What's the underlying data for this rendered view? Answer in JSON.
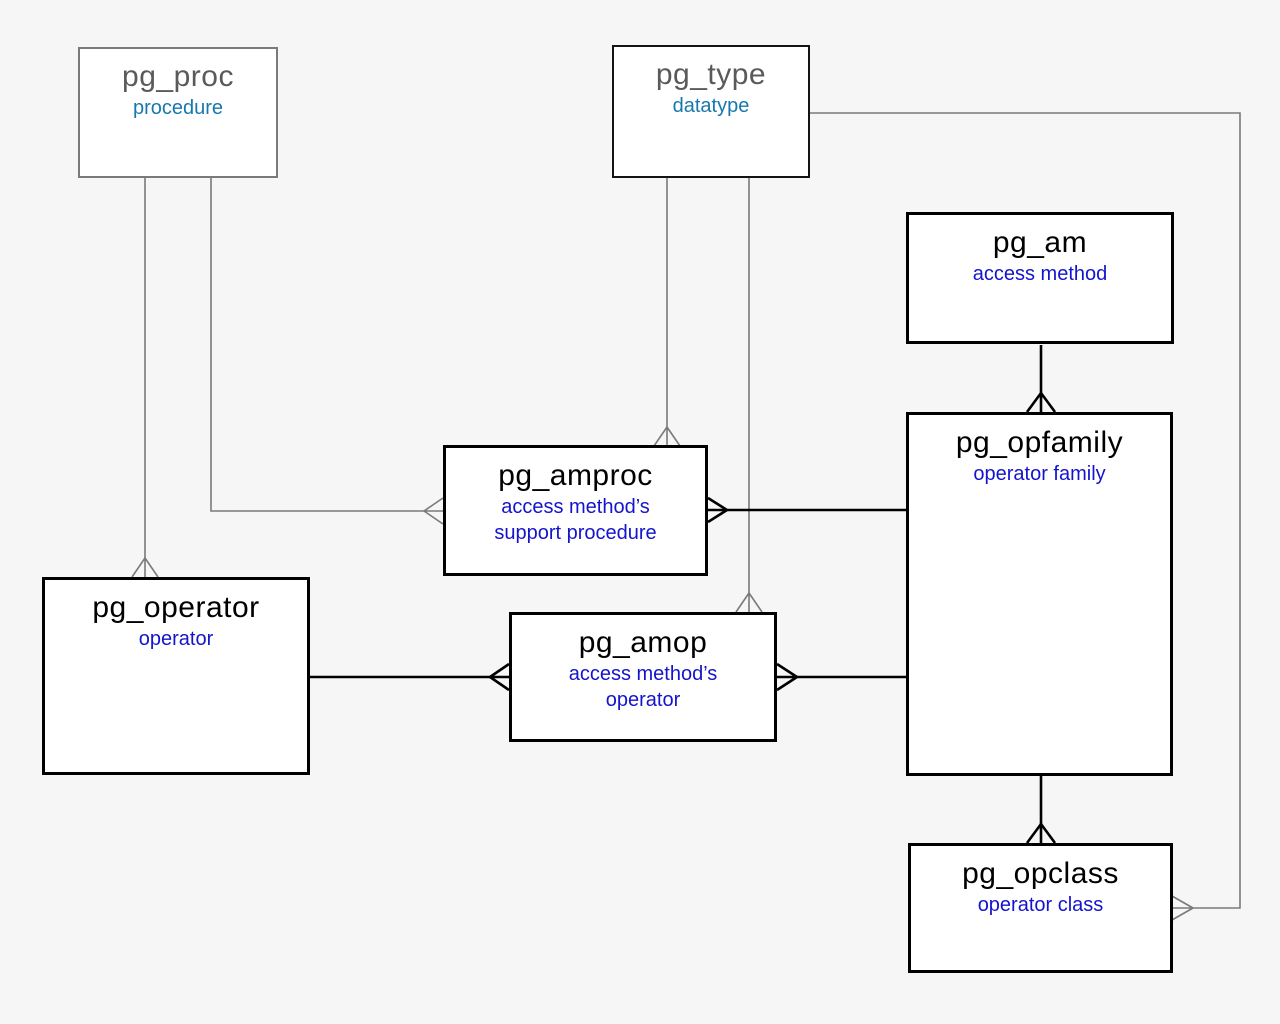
{
  "colors": {
    "background": "#f6f6f6",
    "box_fill": "#ffffff",
    "primary_border": "#000000",
    "reference_border": "#7a7a7a",
    "primary_line": "#000000",
    "reference_line": "#7a7a7a",
    "main_title": "#000000",
    "main_subtitle": "#1414cd",
    "external_title": "#5a5a5a",
    "external_subtitle": "#1878ad"
  },
  "entities": {
    "pg_proc": {
      "title": "pg_proc",
      "subtitle": "procedure"
    },
    "pg_type": {
      "title": "pg_type",
      "subtitle": "datatype"
    },
    "pg_am": {
      "title": "pg_am",
      "subtitle": "access method"
    },
    "pg_amproc": {
      "title": "pg_amproc",
      "subtitle": "access method’s support procedure"
    },
    "pg_opfamily": {
      "title": "pg_opfamily",
      "subtitle": "operator family"
    },
    "pg_operator": {
      "title": "pg_operator",
      "subtitle": "operator"
    },
    "pg_amop": {
      "title": "pg_amop",
      "subtitle": "access method’s operator"
    },
    "pg_opclass": {
      "title": "pg_opclass",
      "subtitle": "operator class"
    }
  },
  "relationships": [
    {
      "from": "pg_proc",
      "to": "pg_operator",
      "many_at": "pg_operator",
      "line": "gray"
    },
    {
      "from": "pg_proc",
      "to": "pg_amproc",
      "many_at": "pg_amproc",
      "line": "gray"
    },
    {
      "from": "pg_type",
      "to": "pg_amproc",
      "many_at": "pg_amproc",
      "line": "gray"
    },
    {
      "from": "pg_type",
      "to": "pg_amop",
      "many_at": "pg_amop",
      "line": "gray"
    },
    {
      "from": "pg_type",
      "to": "pg_opclass",
      "many_at": "pg_opclass",
      "line": "gray"
    },
    {
      "from": "pg_am",
      "to": "pg_opfamily",
      "many_at": "pg_opfamily",
      "line": "black"
    },
    {
      "from": "pg_opfamily",
      "to": "pg_amproc",
      "many_at": "pg_amproc",
      "line": "black"
    },
    {
      "from": "pg_opfamily",
      "to": "pg_amop",
      "many_at": "pg_amop",
      "line": "black"
    },
    {
      "from": "pg_operator",
      "to": "pg_amop",
      "many_at": "pg_amop",
      "line": "black"
    },
    {
      "from": "pg_opfamily",
      "to": "pg_opclass",
      "many_at": "pg_opclass",
      "line": "black"
    }
  ]
}
